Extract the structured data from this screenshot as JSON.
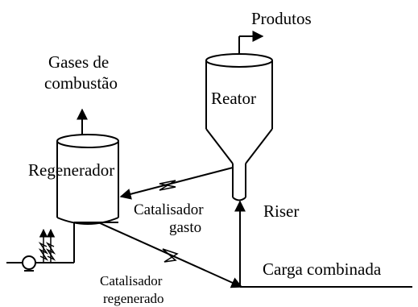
{
  "labels": {
    "produtos": "Produtos",
    "gases_line1": "Gases de",
    "gases_line2": "combustão",
    "reator": "Reator",
    "regenerador": "Regenerador",
    "catalisador_gasto_line1": "Catalisador",
    "catalisador_gasto_line2": "gasto",
    "riser": "Riser",
    "carga_combinada": "Carga combinada",
    "catalisador_regenerado_line1": "Catalisador",
    "catalisador_regenerado_line2": "regenerado"
  },
  "colors": {
    "stroke": "#000000",
    "background": "#ffffff"
  }
}
